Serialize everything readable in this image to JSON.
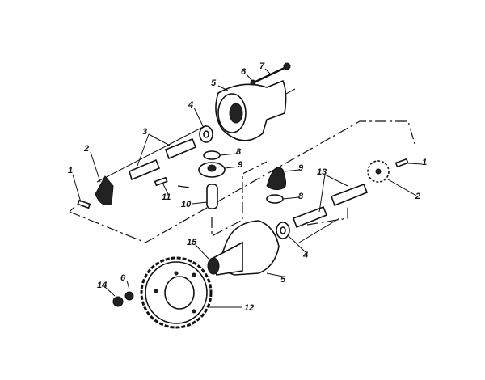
{
  "diagram": {
    "type": "exploded-parts-diagram",
    "callouts": [
      {
        "id": "pin-left",
        "label": "1"
      },
      {
        "id": "bevel-gear-left",
        "label": "2"
      },
      {
        "id": "axle-upper",
        "label": "3"
      },
      {
        "id": "washer-upper",
        "label": "4"
      },
      {
        "id": "housing-upper",
        "label": "5"
      },
      {
        "id": "nut-upper",
        "label": "6"
      },
      {
        "id": "bolt",
        "label": "7"
      },
      {
        "id": "washer-small-left",
        "label": "8"
      },
      {
        "id": "pinion-gear-left",
        "label": "9"
      },
      {
        "id": "pin-11",
        "label": "11"
      },
      {
        "id": "shaft-10",
        "label": "10"
      },
      {
        "id": "pinion-gear-right",
        "label": "9"
      },
      {
        "id": "washer-small-right",
        "label": "8"
      },
      {
        "id": "axle-lower",
        "label": "13"
      },
      {
        "id": "pin-right",
        "label": "1"
      },
      {
        "id": "bevel-gear-right",
        "label": "2"
      },
      {
        "id": "bushing",
        "label": "15"
      },
      {
        "id": "washer-lower",
        "label": "4"
      },
      {
        "id": "housing-lower",
        "label": "5"
      },
      {
        "id": "nut-lower",
        "label": "6"
      },
      {
        "id": "locknut",
        "label": "14"
      },
      {
        "id": "sprocket",
        "label": "12"
      }
    ]
  }
}
